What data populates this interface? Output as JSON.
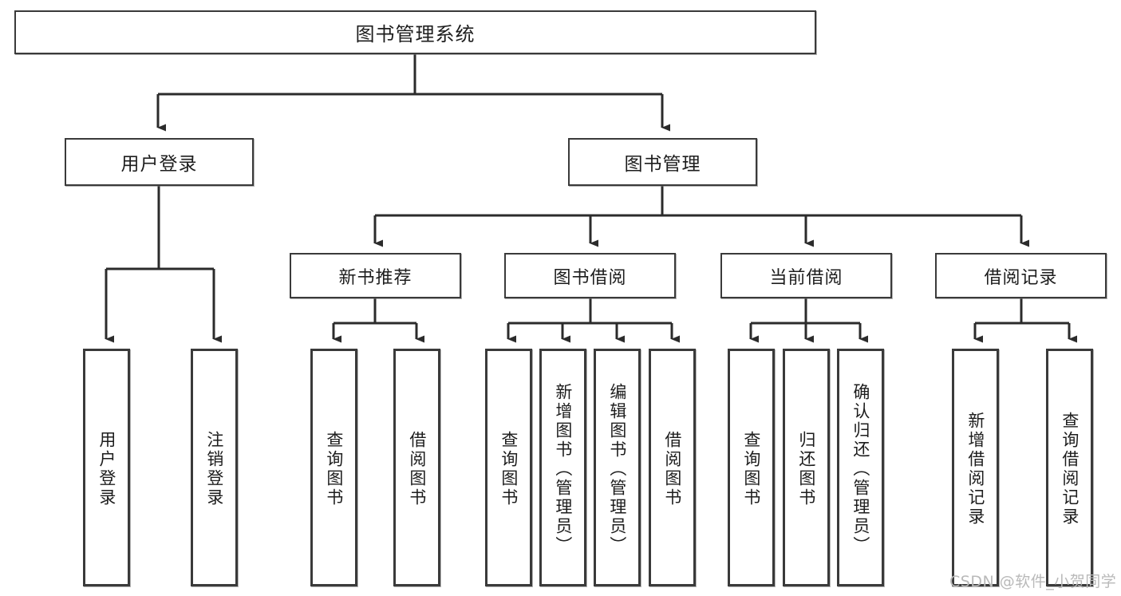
{
  "diagram": {
    "type": "tree-hierarchy",
    "title": "图书管理系统",
    "root": {
      "label": "图书管理系统"
    },
    "level2": [
      {
        "id": "user-login",
        "label": "用户登录"
      },
      {
        "id": "book-manage",
        "label": "图书管理"
      }
    ],
    "level3": [
      {
        "id": "new-book-recommend",
        "label": "新书推荐"
      },
      {
        "id": "book-borrow",
        "label": "图书借阅"
      },
      {
        "id": "current-borrow",
        "label": "当前借阅"
      },
      {
        "id": "borrow-record",
        "label": "借阅记录"
      }
    ],
    "leaves": {
      "user_login": [
        {
          "id": "leaf-user-login",
          "label": "用户登录"
        },
        {
          "id": "leaf-logout-login",
          "label": "注销登录"
        }
      ],
      "new_book_recommend": [
        {
          "id": "leaf-query-book-1",
          "label": "查询图书"
        },
        {
          "id": "leaf-borrow-book-1",
          "label": "借阅图书"
        }
      ],
      "book_borrow": [
        {
          "id": "leaf-query-book-2",
          "label": "查询图书"
        },
        {
          "id": "leaf-add-book",
          "label": "新增图书（管理员）"
        },
        {
          "id": "leaf-edit-book",
          "label": "编辑图书（管理员）"
        },
        {
          "id": "leaf-borrow-book-2",
          "label": "借阅图书"
        }
      ],
      "current_borrow": [
        {
          "id": "leaf-query-book-3",
          "label": "查询图书"
        },
        {
          "id": "leaf-return-book",
          "label": "归还图书"
        },
        {
          "id": "leaf-confirm-return",
          "label": "确认归还（管理员）"
        }
      ],
      "borrow_record": [
        {
          "id": "leaf-add-record",
          "label": "新增借阅记录"
        },
        {
          "id": "leaf-query-record",
          "label": "查询借阅记录"
        }
      ]
    },
    "colors": {
      "box_border": "#3a3a3a",
      "box_fill": "#ffffff",
      "connector": "#2b2b2b",
      "text": "#1d1d1d",
      "watermark": "#b9b9b9"
    }
  },
  "watermark": {
    "text": "CSDN @软件_小贺同学"
  }
}
